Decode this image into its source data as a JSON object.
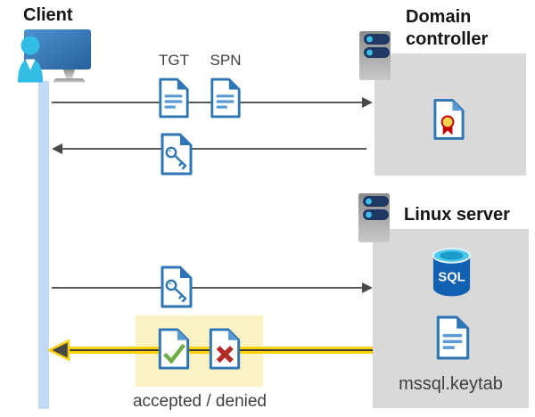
{
  "diagram": {
    "client": {
      "label": "Client"
    },
    "domain_controller": {
      "title": "Domain controller"
    },
    "linux_server": {
      "title": "Linux server",
      "keytab_label": "mssql.keytab"
    },
    "messages": {
      "tgt_label": "TGT",
      "spn_label": "SPN",
      "result_label": "accepted / denied"
    },
    "sql_database": {
      "text": "SQL"
    },
    "icons": [
      "client-icon",
      "server-icon",
      "document-icon",
      "key-document-icon",
      "certificate-icon",
      "sql-database-icon",
      "check-document-icon",
      "x-document-icon"
    ],
    "colors": {
      "doc_border_blue": "#2e75b6",
      "doc_accent_blue": "#5b9bd5",
      "box_gray": "#d9d9d9",
      "arrow_gray": "#595959",
      "highlight_yellow": "#fbf2c4",
      "arrow_yellow": "#ffd100",
      "check_green": "#6fae44",
      "cross_red": "#b22b27",
      "certificate_red": "#c00000",
      "seal_yellow": "#ffd34d",
      "lifeline_blue": "#c2d9f5",
      "person_cyan": "#31bde6",
      "sql_blue": "#1160b2",
      "pill_navy": "#1f3864"
    }
  }
}
